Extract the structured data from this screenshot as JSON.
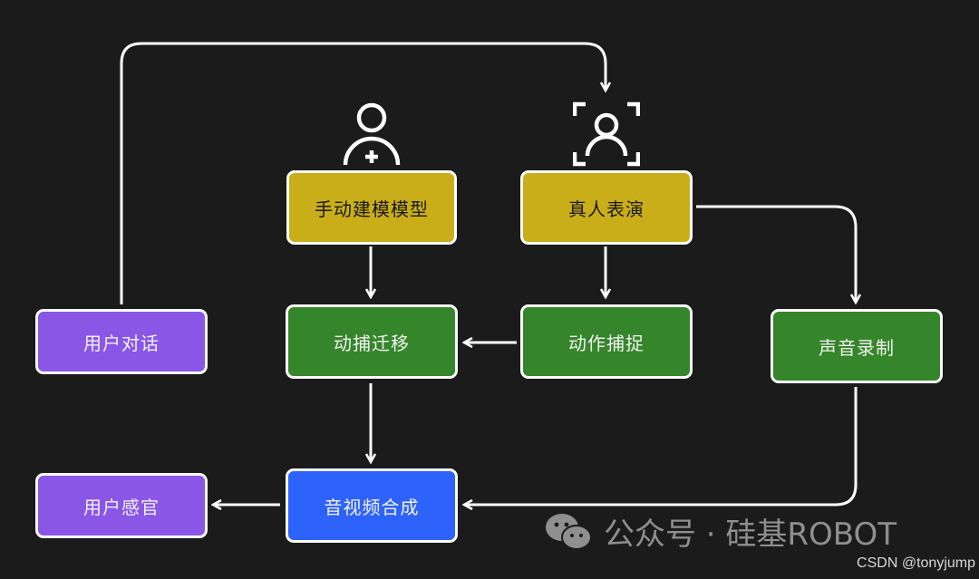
{
  "diagram": {
    "nodes": [
      {
        "id": "manual-modeling",
        "label": "手动建模模型",
        "color": "yellow"
      },
      {
        "id": "live-performance",
        "label": "真人表演",
        "color": "yellow"
      },
      {
        "id": "user-dialogue",
        "label": "用户对话",
        "color": "purple"
      },
      {
        "id": "mocap-retarget",
        "label": "动捕迁移",
        "color": "green"
      },
      {
        "id": "motion-capture",
        "label": "动作捕捉",
        "color": "green"
      },
      {
        "id": "voice-recording",
        "label": "声音录制",
        "color": "green"
      },
      {
        "id": "user-perception",
        "label": "用户感官",
        "color": "purple"
      },
      {
        "id": "av-synthesis",
        "label": "音视频合成",
        "color": "blue"
      }
    ],
    "edges": [
      {
        "from": "user-dialogue",
        "to": "live-performance"
      },
      {
        "from": "manual-modeling",
        "to": "mocap-retarget"
      },
      {
        "from": "live-performance",
        "to": "motion-capture"
      },
      {
        "from": "live-performance",
        "to": "voice-recording"
      },
      {
        "from": "motion-capture",
        "to": "mocap-retarget"
      },
      {
        "from": "mocap-retarget",
        "to": "av-synthesis"
      },
      {
        "from": "voice-recording",
        "to": "av-synthesis"
      },
      {
        "from": "av-synthesis",
        "to": "user-perception"
      }
    ],
    "icons": [
      {
        "name": "user-add-icon",
        "above": "manual-modeling"
      },
      {
        "name": "face-scan-icon",
        "above": "live-performance"
      }
    ],
    "colors": {
      "background": "#1b1b1b",
      "yellow": "#c9ae1a",
      "green": "#35862a",
      "purple": "#8a56e6",
      "blue": "#2e63fb",
      "line": "#ffffff"
    }
  },
  "watermark": {
    "icon": "wechat-icon",
    "text": "公众号 · 硅基ROBOT"
  },
  "credit": "CSDN @tonyjump"
}
